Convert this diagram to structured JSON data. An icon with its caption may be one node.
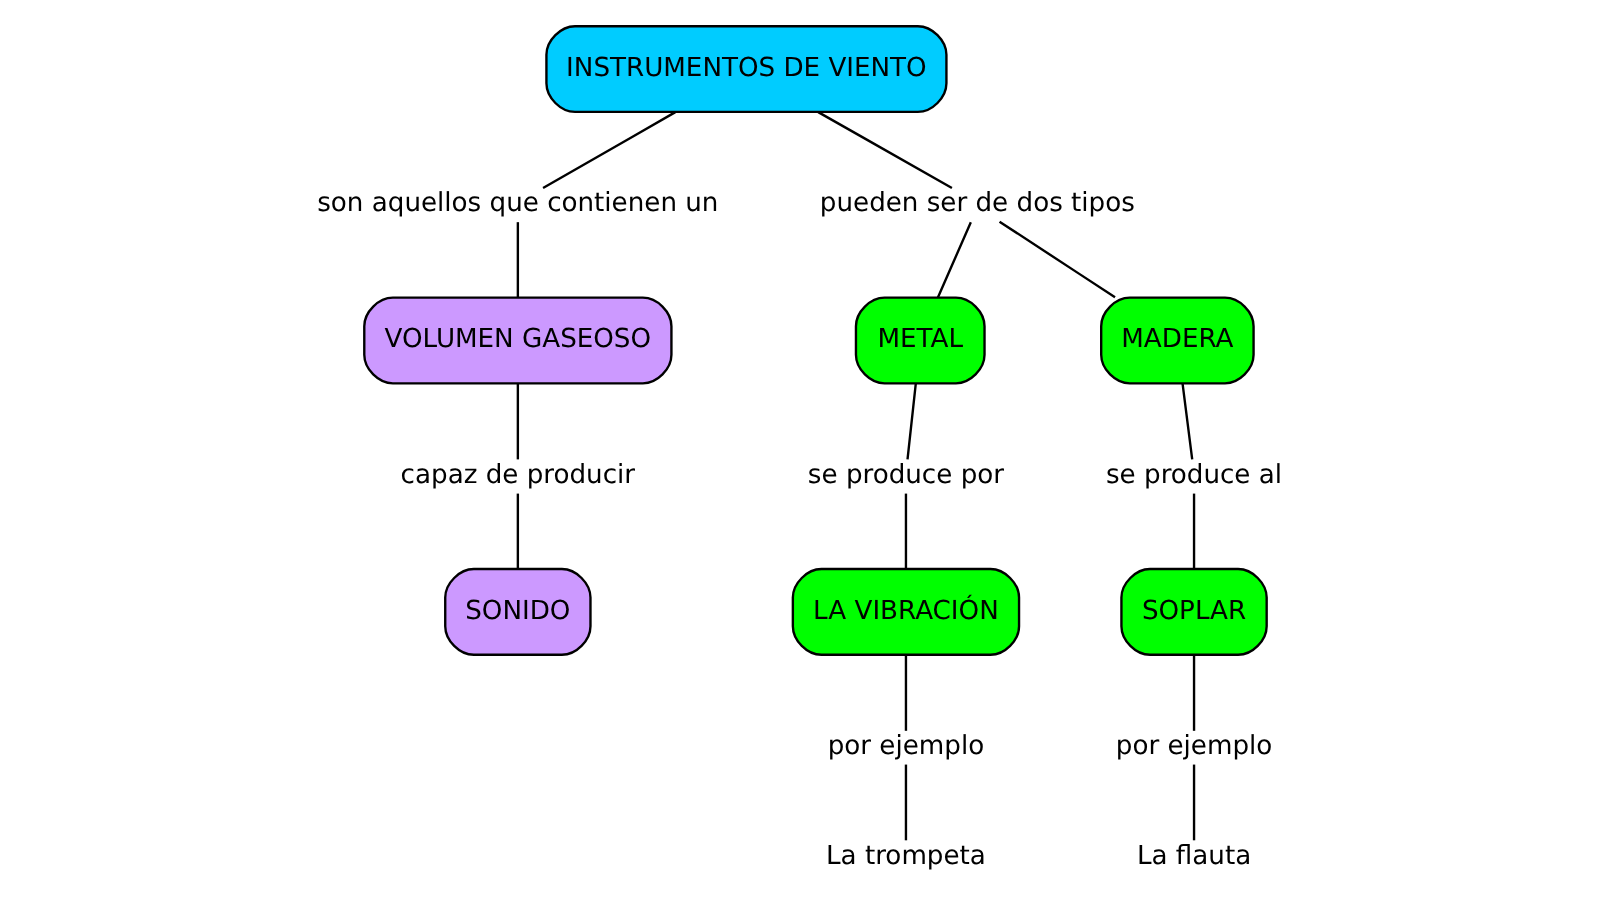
{
  "diagram": {
    "nodes": [
      {
        "text": [
          "INSTRUMENTOS DE VIENTO"
        ]
      },
      {
        "text": [
          "son aquellos que contienen un"
        ]
      },
      {
        "text": [
          "VOLUMEN GASEOSO"
        ]
      },
      {
        "text": [
          "capaz de producir"
        ]
      },
      {
        "text": [
          "SONIDO"
        ]
      },
      {
        "text": [
          "pueden ser de dos tipos"
        ]
      },
      {
        "text": [
          "METAL"
        ]
      },
      {
        "text": [
          "se produce por"
        ]
      },
      {
        "text": [
          "LA VIBRACIÓN"
        ]
      },
      {
        "text": [
          "por ejemplo"
        ]
      },
      {
        "text": [
          "La trompeta"
        ]
      },
      {
        "text": [
          "MADERA"
        ]
      },
      {
        "text": [
          "se produce al"
        ]
      },
      {
        "text": [
          "SOPLAR"
        ]
      },
      {
        "text": [
          "por ejemplo"
        ]
      },
      {
        "text": [
          "La flauta"
        ]
      }
    ],
    "edges": [
      {
        "from": 0,
        "to": 1,
        "arrow": "none"
      },
      {
        "from": 1,
        "to": 2,
        "arrow": "none"
      },
      {
        "from": 2,
        "to": 3,
        "arrow": "none"
      },
      {
        "from": 3,
        "to": 4,
        "arrow": "none"
      },
      {
        "from": 0,
        "to": 5,
        "arrow": "none"
      },
      {
        "from": 5,
        "to": 6,
        "arrow": "none"
      },
      {
        "from": 5,
        "to": 11,
        "arrow": "none"
      },
      {
        "from": 6,
        "to": 7,
        "arrow": "none"
      },
      {
        "from": 7,
        "to": 8,
        "arrow": "none"
      },
      {
        "from": 8,
        "to": 9,
        "arrow": "none"
      },
      {
        "from": 9,
        "to": 10,
        "arrow": "none"
      },
      {
        "from": 11,
        "to": 12,
        "arrow": "none"
      },
      {
        "from": 12,
        "to": 13,
        "arrow": "none"
      },
      {
        "from": 13,
        "to": 14,
        "arrow": "none"
      },
      {
        "from": 14,
        "to": 15,
        "arrow": "none"
      }
    ]
  }
}
